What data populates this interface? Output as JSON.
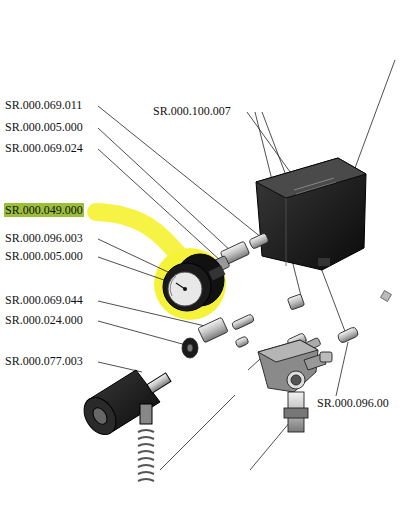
{
  "diagram": {
    "labels": [
      "SR.000.069.011",
      "SR.000.100.007",
      "SR.000.005.000",
      "SR.000.069.024",
      "SR.000.049.000",
      "SR.000.096.003",
      "SR.000.005.000",
      "SR.000.069.044",
      "SR.000.024.000",
      "SR.000.077.003",
      "SR.000.096.00"
    ]
  }
}
